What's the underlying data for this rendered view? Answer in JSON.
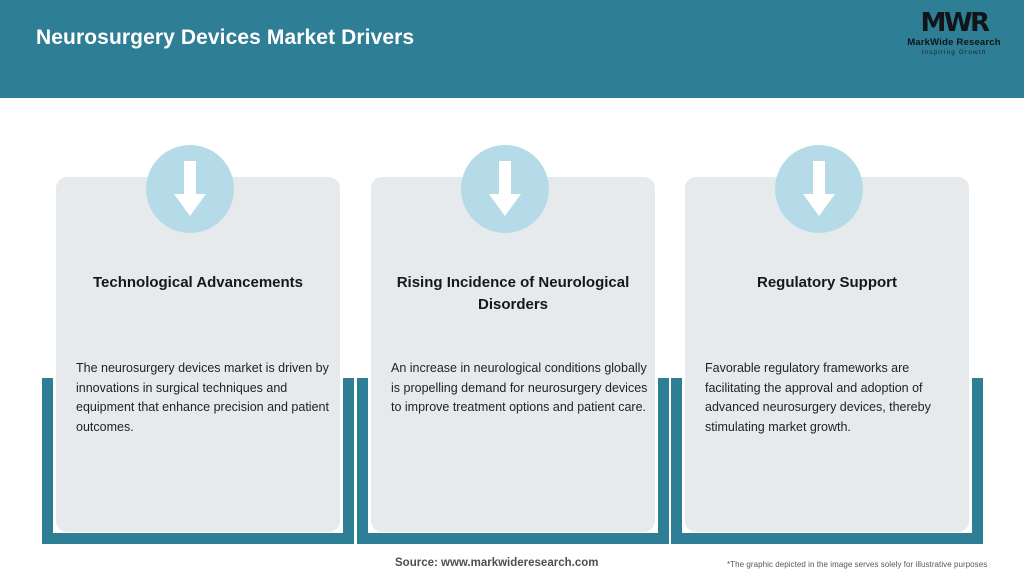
{
  "header": {
    "title": "Neurosurgery Devices Market Drivers",
    "background_color": "#2e7e96",
    "title_color": "#ffffff"
  },
  "logo": {
    "mark": "MWR",
    "name": "MarkWide Research",
    "tagline": "Inspiring Growth"
  },
  "cards": [
    {
      "icon": "down-arrow-icon",
      "title": "Technological Advancements",
      "body": "The neurosurgery devices market is driven by innovations in surgical techniques and equipment that enhance precision and patient outcomes."
    },
    {
      "icon": "down-arrow-icon",
      "title": "Rising Incidence of Neurological Disorders",
      "body": "An increase in neurological conditions globally is propelling demand for neurosurgery devices to improve treatment options and patient care."
    },
    {
      "icon": "down-arrow-icon",
      "title": "Regulatory Support",
      "body": "Favorable regulatory frameworks are facilitating the approval and adoption of advanced neurosurgery devices, thereby stimulating market growth."
    }
  ],
  "footer": {
    "source": "Source: www.markwideresearch.com",
    "disclaimer": "*The graphic depicted in the image serves solely for illustrative purposes"
  },
  "colors": {
    "accent_teal": "#2e7e96",
    "card_background": "#e7eaec",
    "icon_circle": "#b5dbe8",
    "page_background": "#ffffff"
  }
}
